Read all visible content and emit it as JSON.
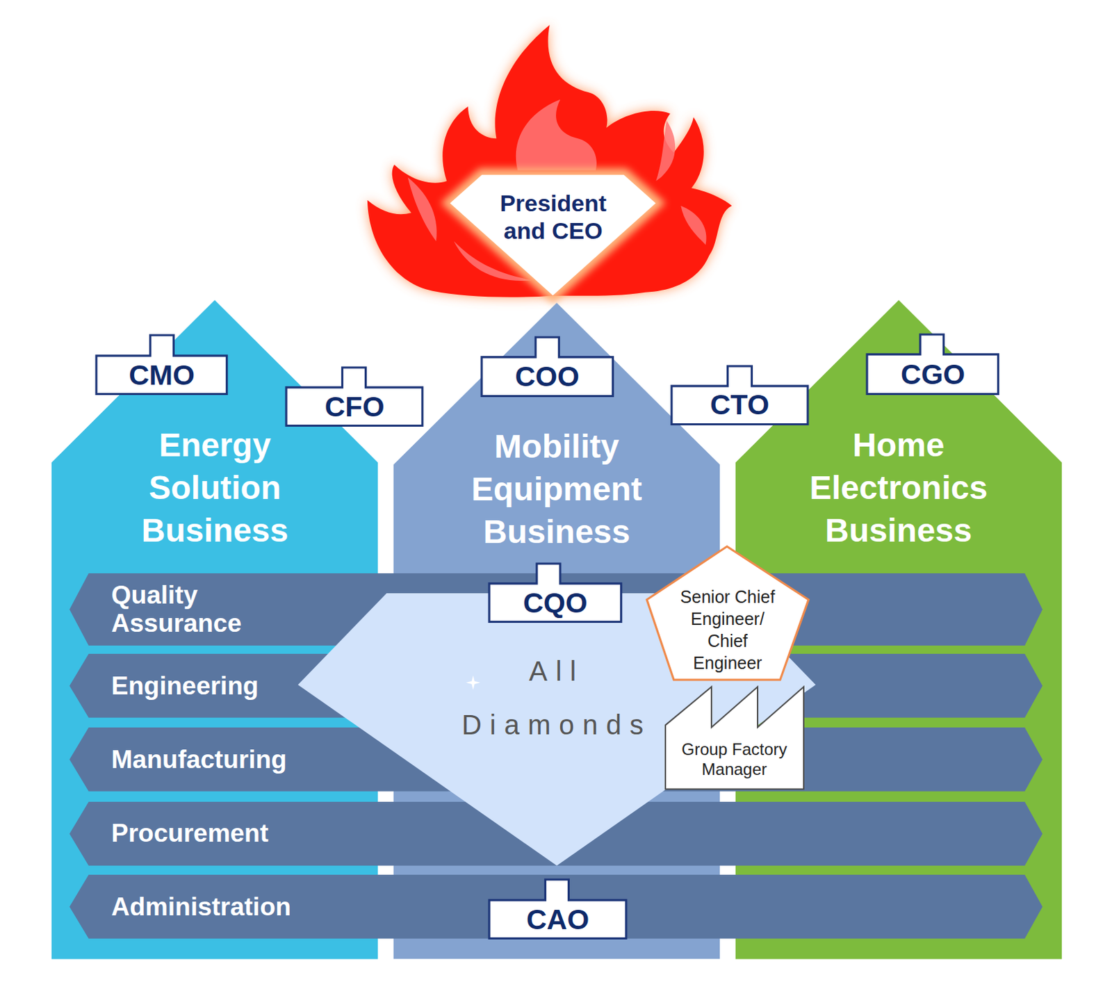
{
  "diagram": {
    "nodes": [
      {
        "text": [
          "President and CEO"
        ]
      },
      {
        "text": [
          "Energy Solution Business"
        ]
      },
      {
        "text": [
          "CMO"
        ],
        "in": 1
      },
      {
        "text": [
          "CFO"
        ]
      },
      {
        "text": [
          "Mobility Equipment Business"
        ]
      },
      {
        "text": [
          "COO"
        ],
        "in": 4
      },
      {
        "text": [
          "CTO"
        ]
      },
      {
        "text": [
          "Home Electronics Business"
        ]
      },
      {
        "text": [
          "CGO"
        ],
        "in": 7
      },
      {
        "text": [
          "Quality Assurance"
        ]
      },
      {
        "text": [
          "CQO"
        ]
      },
      {
        "text": [
          "Senior Chief Engineer/ Chief Engineer"
        ]
      },
      {
        "text": [
          "Engineering"
        ]
      },
      {
        "text": [
          "All Diamonds"
        ]
      },
      {
        "text": [
          "Group Factory Manager"
        ]
      },
      {
        "text": [
          "Manufacturing"
        ]
      },
      {
        "text": [
          "Procurement"
        ]
      },
      {
        "text": [
          "Administration"
        ]
      },
      {
        "text": [
          "CAO"
        ],
        "in": 17
      }
    ]
  }
}
